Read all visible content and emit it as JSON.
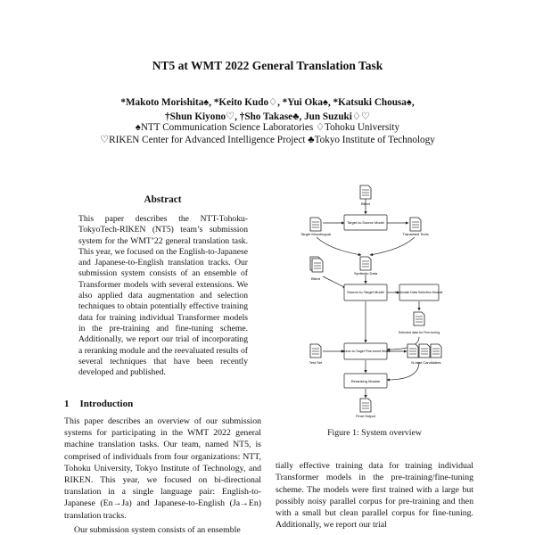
{
  "paper": {
    "title": "NT5 at WMT 2022 General Translation Task",
    "authors_line1": "*Makoto Morishita♠, *Keito Kudo♢, *Yui Oka♠, *Katsuki Chousa♠,",
    "authors_line2": "†Shun Kiyono♡, †Sho Takase♣, Jun Suzuki♢♡",
    "affil_line1": "♠NTT Communication Science Laboratories   ♢Tohoku University",
    "affil_line2": "♡RIKEN Center for Advanced Intelligence Project   ♣Tokyo Institute of Technology"
  },
  "abstract": {
    "heading": "Abstract",
    "text": "This paper describes the NTT-Tohoku-TokyoTech-RIKEN (NT5) team’s submission system for the WMT’22 general translation task. This year, we focused on the English-to-Japanese and Japanese-to-English translation tracks. Our submission system consists of an ensemble of Transformer models with several extensions. We also applied data augmentation and selection techniques to obtain potentially effective training data for training individual Transformer models in the pre-training and fine-tuning scheme. Additionally, we report our trial of incorporating a reranking module and the reevaluated results of several techniques that have been recently developed and published."
  },
  "section1": {
    "number": "1",
    "title": "Introduction",
    "para1": "This paper describes an overview of our submission systems for participating in the WMT 2022 general machine translation tasks. Our team, named NT5, is comprised of individuals from four organizations: NTT, Tohoku University, Tokyo Institute of Technology, and RIKEN. This year, we focused on bi-directional translation in a single language pair: English-to-Japanese (En→Ja) and Japanese-to-English (Ja→En) translation tracks.",
    "para2_start": "Our submission system consists of an ensemble"
  },
  "right_column": {
    "text": "tially effective training data for training individual Transformer models in the pre-training/fine-tuning scheme. The models were first trained with a large but possibly noisy parallel corpus for pre-training and then with a small but clean parallel corpus for fine-tuning. Additionally, we report our trial"
  },
  "figure": {
    "caption": "Figure 1: System overview",
    "labels": {
      "bitext_top": "Bitext",
      "target_to_source": "Target-to-Source Model",
      "target_monolingual": "Target Monolingual",
      "translated_texts": "Translated Texts",
      "bitext_left": "Bitext",
      "synthetic_data": "Synthetic Data",
      "source_to_target": "Source-to-Target Model",
      "in_domain": "In-domain Data Selection Module",
      "selected_data": "Selected data for Fine-tuning",
      "test_set": "Test Set",
      "finetuned_model": "Source-to-Target Fine-tuned Model",
      "nbest": "N-best Candidates",
      "reranking": "Reranking Module",
      "final_output": "Final Output"
    }
  }
}
